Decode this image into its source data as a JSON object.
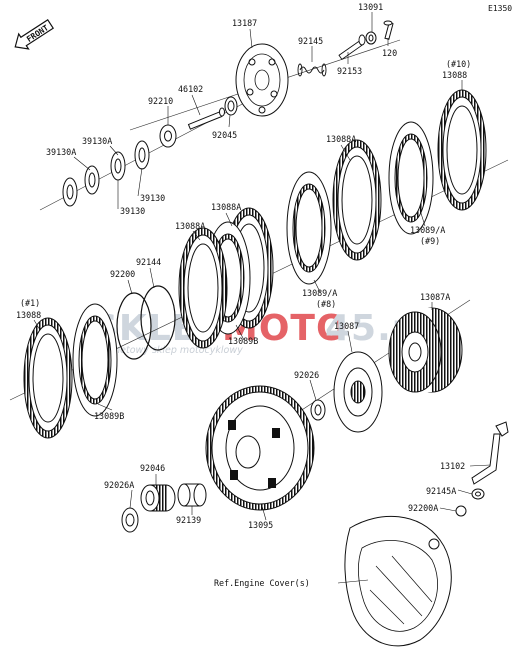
{
  "diagram_id": "E1350",
  "front_label": "FRONT",
  "watermark": {
    "brand_left": "SKLEP",
    "brand_dash": "-",
    "brand_mid": "MOTO",
    "brand_tld": "45.pl",
    "tagline": "internetowy sklep motocyklowy",
    "accent_color": "#d9262b"
  },
  "colors": {
    "line": "#111111",
    "background": "#ffffff"
  },
  "parts": {
    "p13091": "13091",
    "p13187": "13187",
    "p92145": "92145",
    "p92153": "92153",
    "p120": "120",
    "p10_note": "(#10)",
    "p13088_top": "13088",
    "p46102": "46102",
    "p92210": "92210",
    "p92045": "92045",
    "p13088A_top": "13088A",
    "p39130A_a": "39130A",
    "p39130A_b": "39130A",
    "p39130_a": "39130",
    "p39130_b": "39130",
    "p13088A_mid": "13088A",
    "p13088A_left": "13088A",
    "p13089A_right": "13089/A",
    "p9_note": "(#9)",
    "p92144": "92144",
    "p92200": "92200",
    "p13089A_mid": "13089/A",
    "p8_note": "(#8)",
    "p13087A": "13087A",
    "p1_note": "(#1)",
    "p13088_left": "13088",
    "p13087": "13087",
    "p13089B_mid": "13089B",
    "p13089B_low": "13089B",
    "p92026": "92026",
    "p92046": "92046",
    "p92026A": "92026A",
    "p92139": "92139",
    "p13095": "13095",
    "p13102": "13102",
    "p92145A": "92145A",
    "p92200A": "92200A",
    "ref_engine_cover": "Ref.Engine Cover(s)"
  }
}
